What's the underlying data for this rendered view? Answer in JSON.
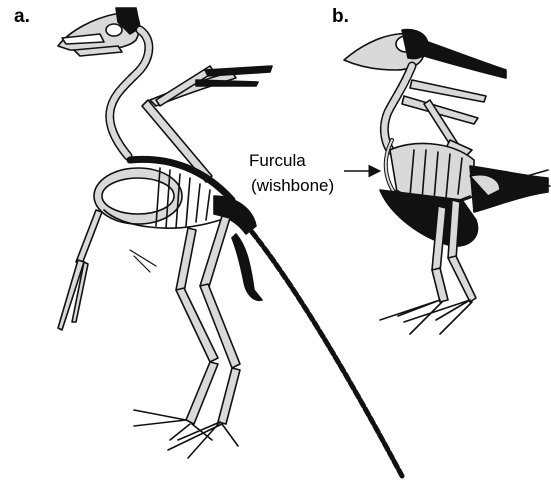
{
  "panels": {
    "a": {
      "label": "a."
    },
    "b": {
      "label": "b."
    }
  },
  "annotation": {
    "line1": "Furcula",
    "line2": "(wishbone)"
  },
  "colors": {
    "bone_fill": "#d9d9d9",
    "bone_stroke": "#111111",
    "dark": "#111111",
    "background": "#ffffff"
  }
}
